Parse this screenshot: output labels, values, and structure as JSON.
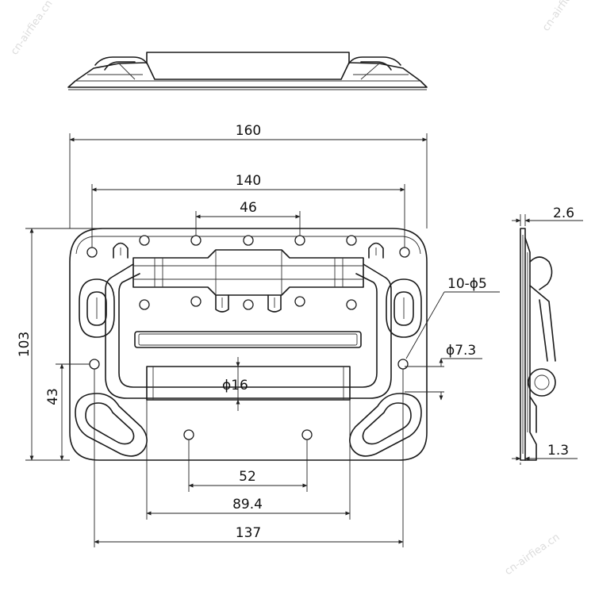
{
  "dimensions": {
    "overall_width": "160",
    "hole_span_140": "140",
    "hole_span_46": "46",
    "overall_height": "103",
    "height_43": "43",
    "bottom_52": "52",
    "bottom_89": "89.4",
    "bottom_137": "137",
    "handle_dia": "ϕ16",
    "holes_note": "10-ϕ5",
    "slot_dia": "ϕ7.3",
    "thickness_top": "2.6",
    "thickness_bottom": "1.3"
  },
  "watermark": "cn-airfiea.cn",
  "colors": {
    "line": "#1a1a1a",
    "background": "#ffffff"
  }
}
